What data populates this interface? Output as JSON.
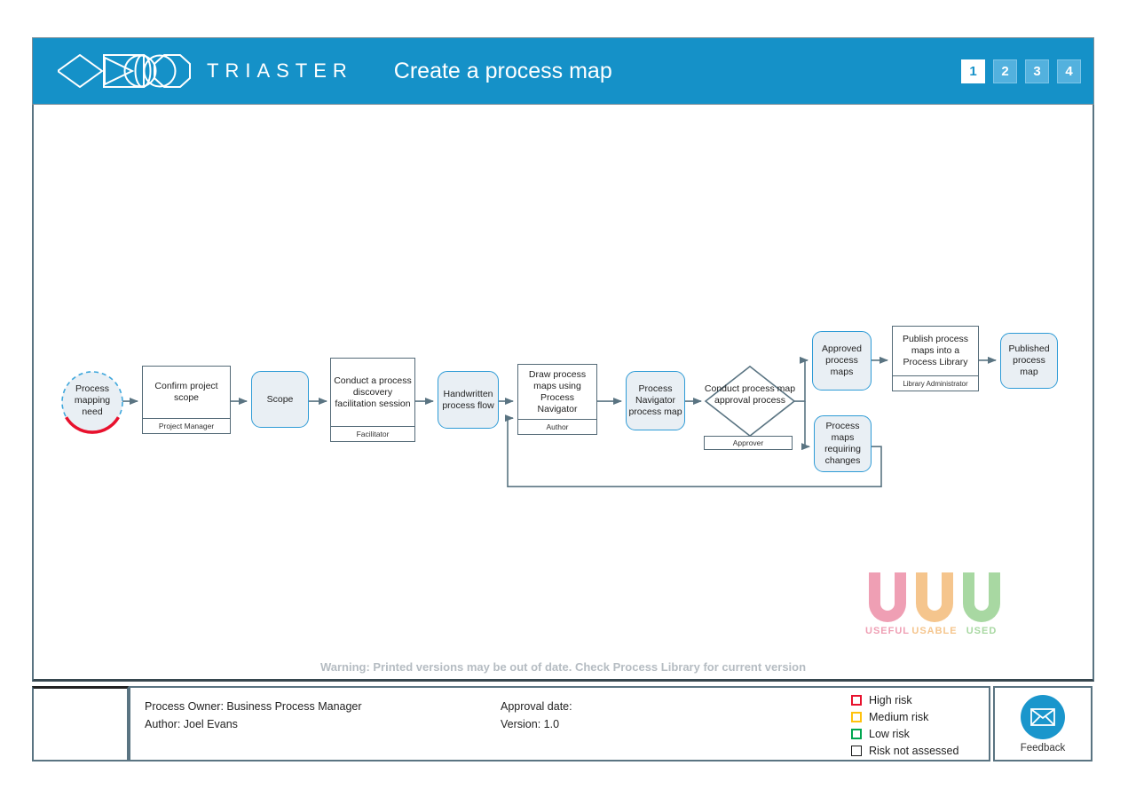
{
  "header": {
    "brand": "TRIASTER",
    "title": "Create a process map",
    "pages": [
      "1",
      "2",
      "3",
      "4"
    ],
    "colors": {
      "bar": "#1591c8",
      "active_page_bg": "#ffffff",
      "inactive_page_bg": "#53b1de"
    }
  },
  "flow": {
    "start": {
      "label": "Process mapping need"
    },
    "confirm": {
      "label": "Confirm project scope",
      "role": "Project Manager"
    },
    "scope": {
      "label": "Scope"
    },
    "conduct": {
      "label": "Conduct a process discovery facilitation session",
      "role": "Facilitator"
    },
    "handwritten": {
      "label": "Handwritten process flow"
    },
    "draw": {
      "label": "Draw process maps using Process Navigator",
      "role": "Author"
    },
    "navigator": {
      "label": "Process Navigator process map"
    },
    "decision": {
      "label": "Conduct process map approval process",
      "role": "Approver"
    },
    "approved": {
      "label": "Approved process maps"
    },
    "publish": {
      "label": "Publish process maps into a Process Library",
      "role": "Library Administrator"
    },
    "published": {
      "label": "Published process map"
    },
    "requiring": {
      "label": "Process maps requiring changes"
    }
  },
  "logos": {
    "useful": {
      "label": "USEFUL",
      "color": "#ef9fb4"
    },
    "usable": {
      "label": "USABLE",
      "color": "#f5c астро"
    },
    "usable_fix": null
  },
  "warning": "Warning: Printed versions may be out of date. Check Process Library for current version",
  "footer": {
    "process_owner": "Process Owner: Business Process Manager",
    "author": "Author: Joel Evans",
    "approval_date": "Approval date:",
    "version": "Version: 1.0",
    "legend": [
      {
        "label": "High risk",
        "color": "#e8112d"
      },
      {
        "label": "Medium risk",
        "color": "#ffc20e"
      },
      {
        "label": "Low risk",
        "color": "#00a650"
      },
      {
        "label": "Risk not assessed",
        "color": "#1a1a1a"
      }
    ],
    "feedback_label": "Feedback"
  }
}
